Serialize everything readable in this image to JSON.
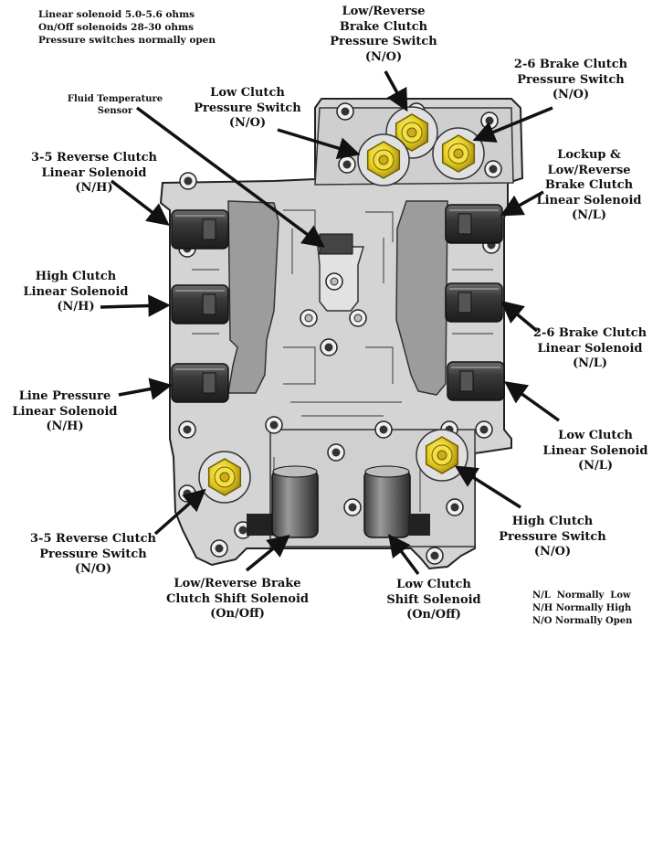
{
  "notes": [
    "Linear solenoid 5.0-5.6 ohms",
    "On/Off solenoids 28-30 ohms",
    "Pressure switches normally open"
  ],
  "labels": {
    "low_reverse_brake_pressure_switch": [
      "Low/Reverse",
      "Brake Clutch",
      "Pressure Switch",
      "(N/O)"
    ],
    "brake_2_6_pressure_switch": [
      "2-6 Brake Clutch",
      "Pressure Switch",
      "(N/O)"
    ],
    "fluid_temperature_sensor": [
      "Fluid Temperature",
      "Sensor"
    ],
    "low_clutch_pressure_switch": [
      "Low Clutch",
      "Pressure Switch",
      "(N/O)"
    ],
    "reverse_3_5_linear_solenoid": [
      "3-5 Reverse Clutch",
      "Linear Solenoid",
      "(N/H)"
    ],
    "lockup_linear_solenoid": [
      "Lockup &",
      "Low/Reverse",
      "Brake Clutch",
      "Linear Solenoid",
      "(N/L)"
    ],
    "high_clutch_linear_solenoid": [
      "High Clutch",
      "Linear Solenoid",
      "(N/H)"
    ],
    "brake_2_6_linear_solenoid": [
      "2-6 Brake Clutch",
      "Linear Solenoid",
      "(N/L)"
    ],
    "line_pressure_linear_solenoid": [
      "Line Pressure",
      "Linear Solenoid",
      "(N/H)"
    ],
    "low_clutch_linear_solenoid": [
      "Low Clutch",
      "Linear Solenoid",
      "(N/L)"
    ],
    "high_clutch_pressure_switch": [
      "High Clutch",
      "Pressure Switch",
      "(N/O)"
    ],
    "reverse_3_5_pressure_switch": [
      "3-5 Reverse Clutch",
      "Pressure Switch",
      "(N/O)"
    ],
    "low_reverse_brake_shift_solenoid": [
      "Low/Reverse Brake",
      "Clutch Shift Solenoid",
      "(On/Off)"
    ],
    "low_clutch_shift_solenoid": [
      "Low Clutch",
      "Shift Solenoid",
      "(On/Off)"
    ]
  },
  "legend": [
    "N/L  Normally  Low",
    "N/H Normally High",
    "N/O Normally Open"
  ],
  "colors": {
    "body": "#d2d2d2",
    "body_outline": "#222222",
    "plate": "#9a9a9a",
    "solenoid_dark": "#2f2f2f",
    "switch_gold": "#e8d21c",
    "switch_gold_dark": "#a8901a"
  }
}
